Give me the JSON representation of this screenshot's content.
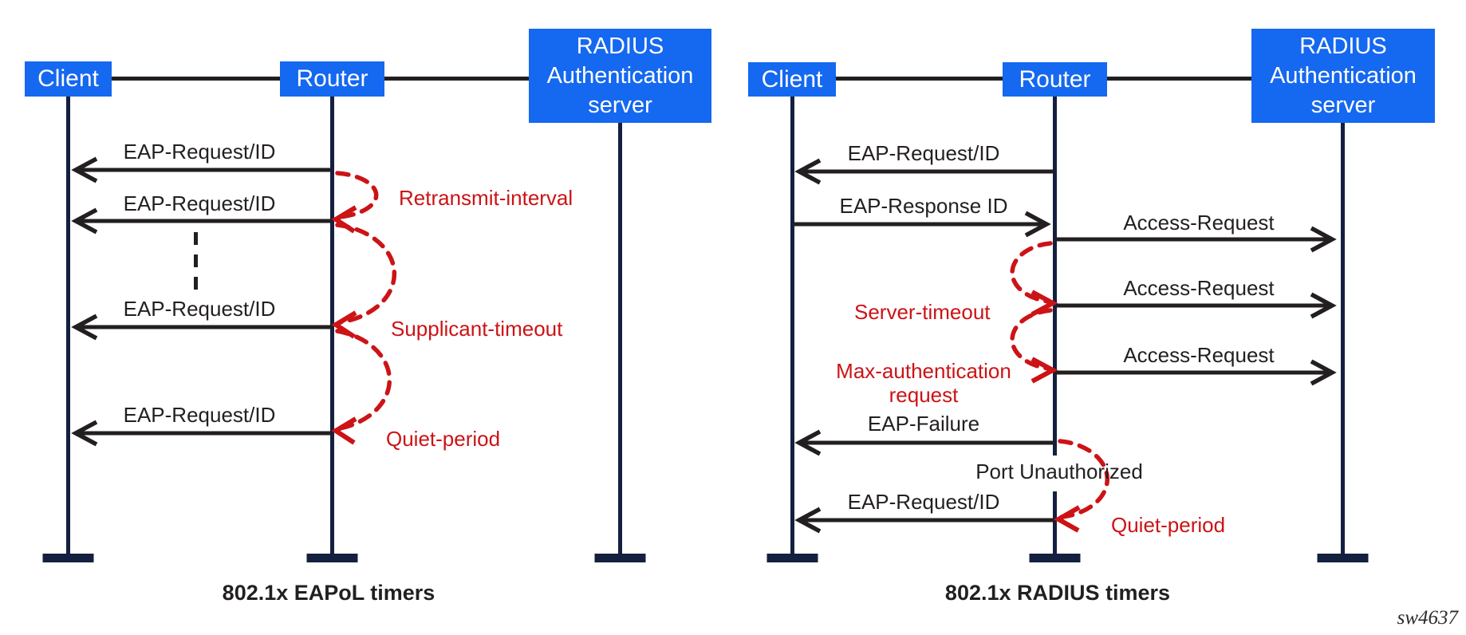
{
  "colors": {
    "box_blue": "#1568f0",
    "line_navy": "#13203f",
    "arrow_black": "#231f20",
    "timer_red": "#cc1316",
    "text_white": "#ffffff"
  },
  "left_diagram": {
    "caption": "802.1x EAPoL timers",
    "actors": {
      "client": "Client",
      "router": "Router",
      "server": "RADIUS\nAuthentication\nserver"
    },
    "messages": {
      "m1": "EAP-Request/ID",
      "m2": "EAP-Request/ID",
      "m3": "EAP-Request/ID",
      "m4": "EAP-Request/ID"
    },
    "timers": {
      "retransmit": "Retransmit-interval",
      "supplicant": "Supplicant-timeout",
      "quiet": "Quiet-period"
    }
  },
  "right_diagram": {
    "caption": "802.1x RADIUS timers",
    "actors": {
      "client": "Client",
      "router": "Router",
      "server": "RADIUS\nAuthentication\nserver"
    },
    "messages": {
      "m1": "EAP-Request/ID",
      "m2": "EAP-Response ID",
      "m3": "Access-Request",
      "m4": "Access-Request",
      "m5": "Access-Request",
      "m6": "EAP-Failure",
      "m7": "EAP-Request/ID"
    },
    "status": "Port Unauthorized",
    "timers": {
      "server": "Server-timeout",
      "max_auth": "Max-authentication\nrequest",
      "quiet": "Quiet-period"
    }
  },
  "figure_id": "sw4637"
}
